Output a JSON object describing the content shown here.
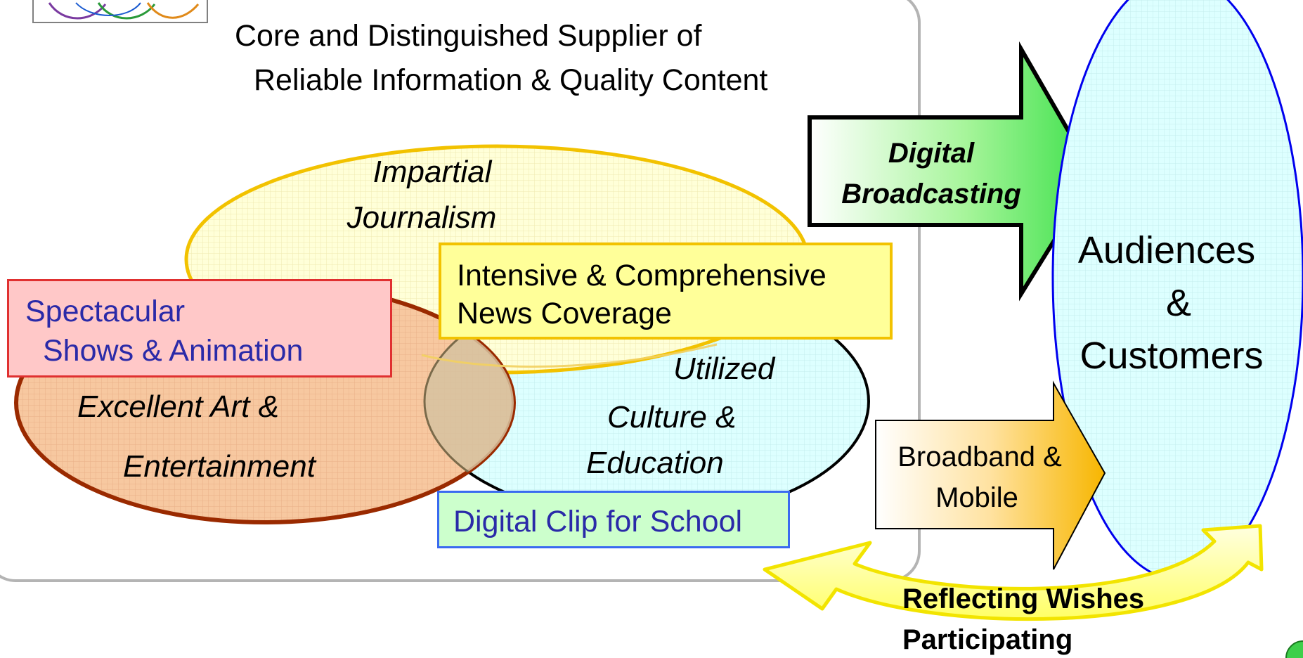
{
  "header": {
    "line1": "Core and Distinguished Supplier of",
    "line2": "Reliable Information & Quality Content"
  },
  "ellipses": {
    "journalism": [
      "Impartial",
      "Journalism"
    ],
    "art": [
      "Excellent Art &",
      "Entertainment"
    ],
    "culture": [
      "Utilized",
      "Culture &",
      "Education"
    ]
  },
  "boxes": {
    "news": [
      "Intensive & Comprehensive",
      "News Coverage"
    ],
    "shows": [
      "Spectacular",
      "Shows & Animation"
    ],
    "clip": "Digital Clip for School"
  },
  "arrows": {
    "digital": [
      "Digital",
      "Broadcasting"
    ],
    "broadband": [
      "Broadband &",
      "Mobile"
    ]
  },
  "audiences": [
    "Audiences",
    "&",
    "Customers"
  ],
  "feedback": [
    "Reflecting Wishes",
    "Participating"
  ],
  "colors": {
    "frame": "#b0b0b0",
    "journalism": "#ffffd6",
    "journalism_border": "#f2c200",
    "art": "#f6c8a0",
    "art_border": "#9a2a00",
    "culture": "#dcffff",
    "news_box": "#ffff99",
    "news_border": "#f2c200",
    "shows_box": "#ffc8c8",
    "shows_border": "#e03030",
    "clip_box": "#ccffcc",
    "clip_border": "#3a6af0",
    "audience_fill": "#ddffff",
    "audience_border": "#0000ee",
    "text_navy": "#2a2aa8"
  }
}
